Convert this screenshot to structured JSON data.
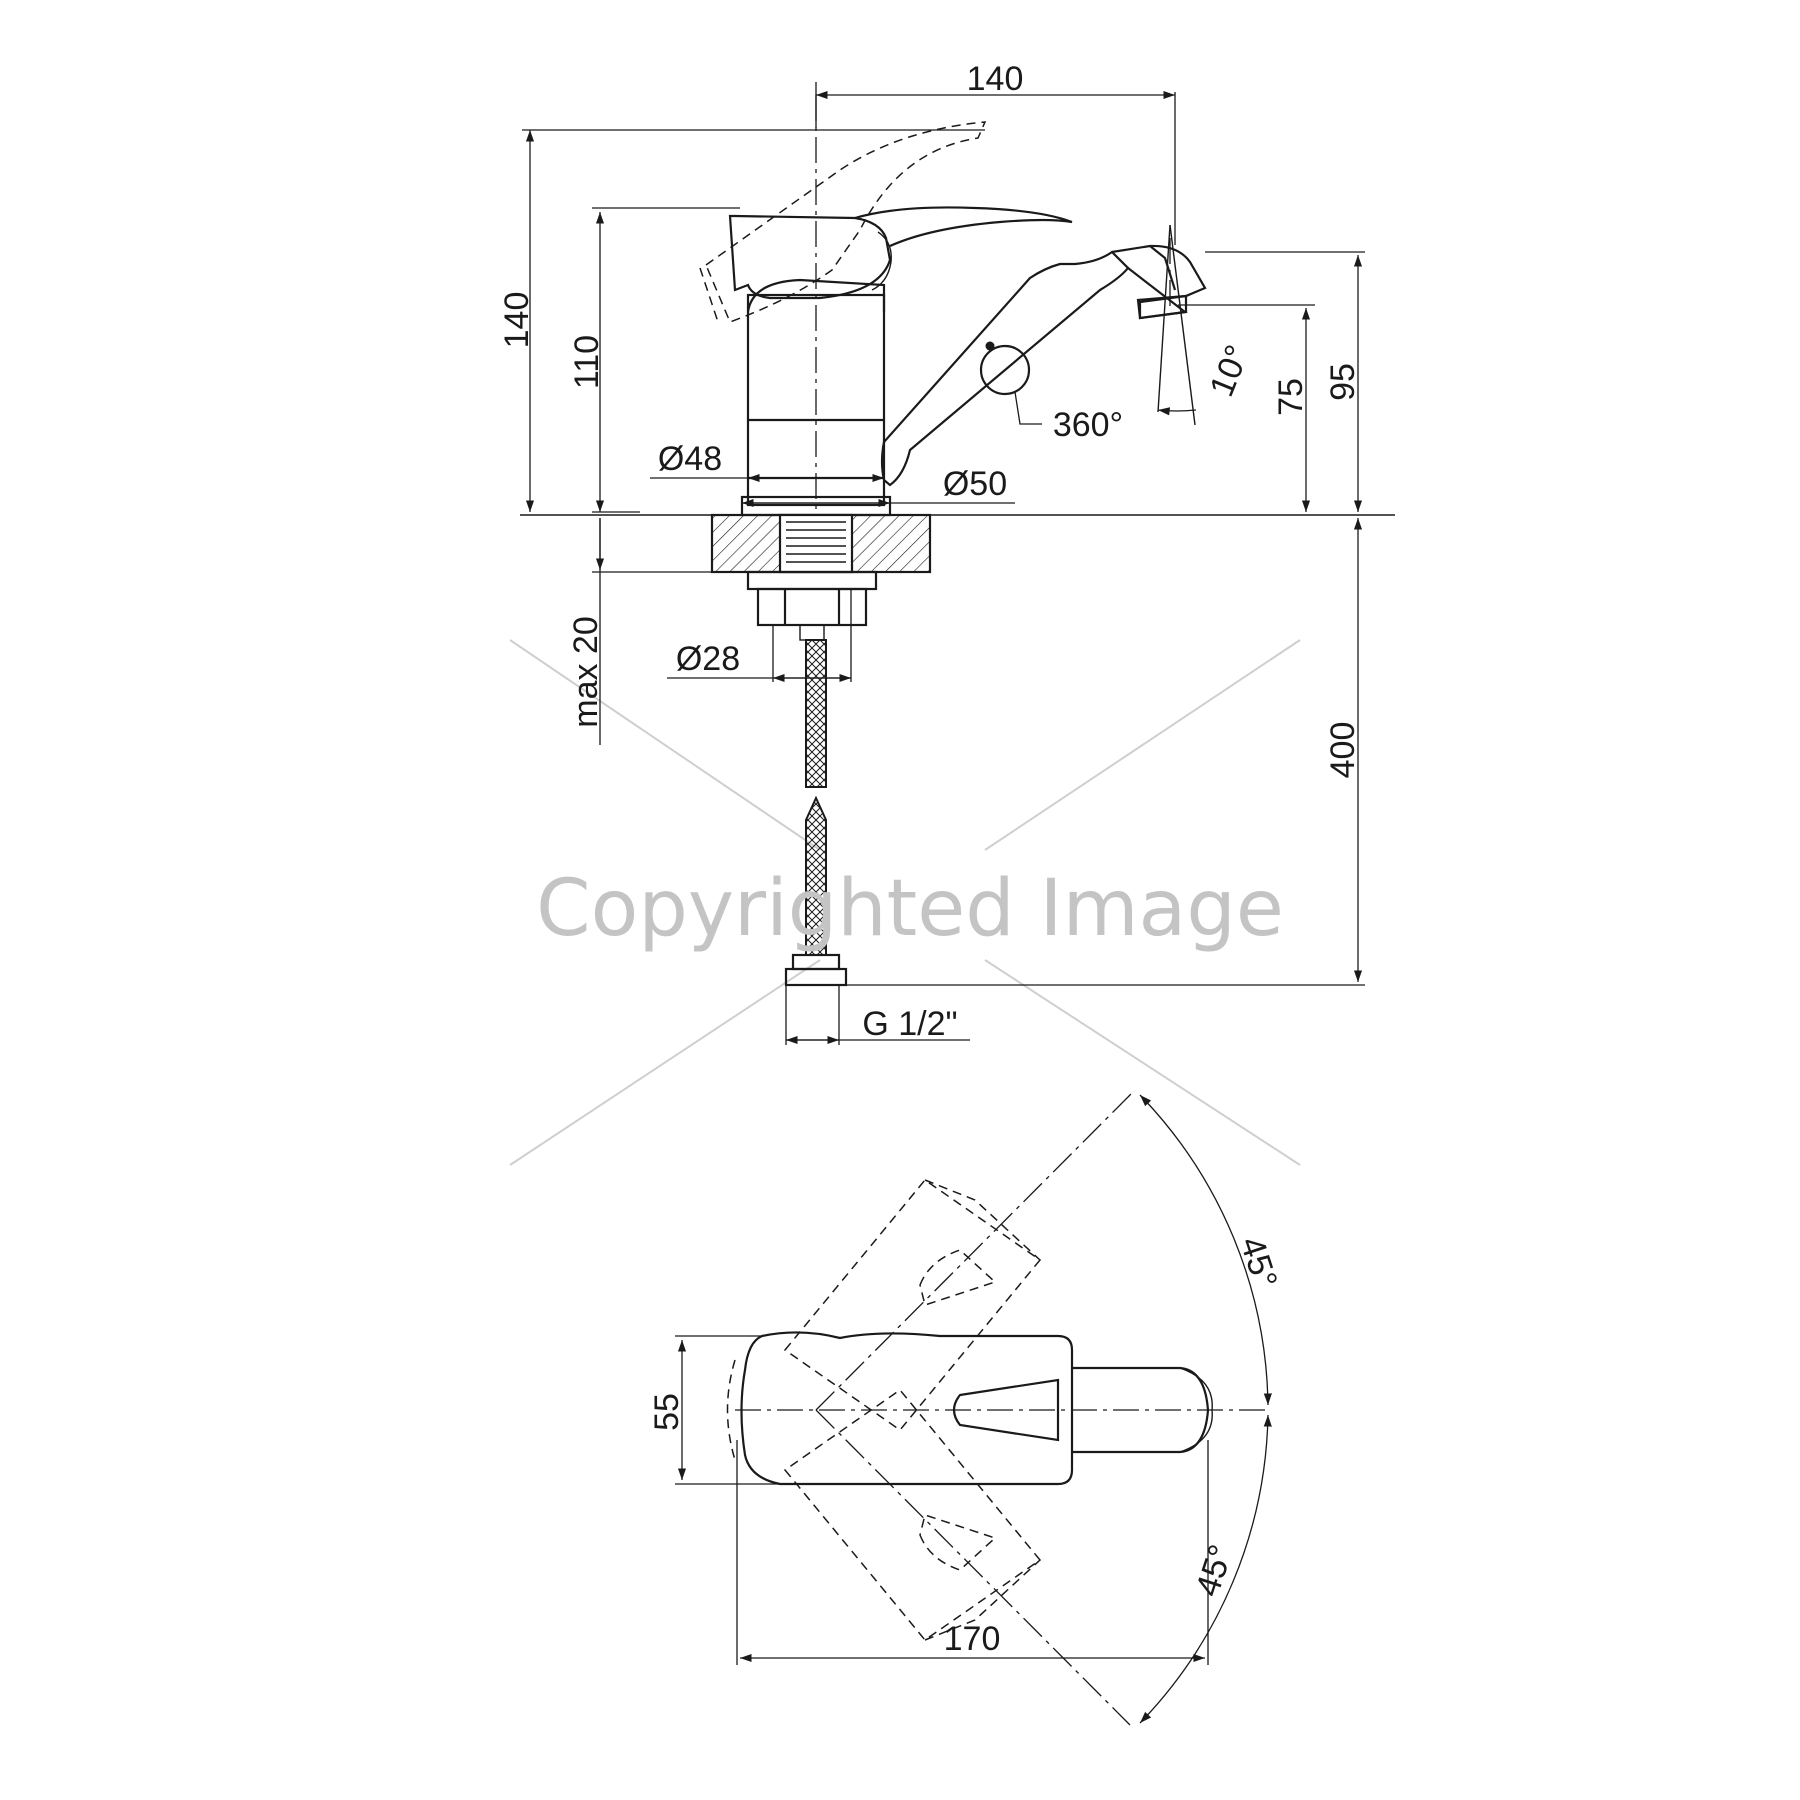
{
  "labels": {
    "width_top": "140",
    "height_total": "140",
    "height_body": "110",
    "dia_body": "Ø48",
    "dia_base": "Ø50",
    "rotation": "360°",
    "spout_tilt": "10°",
    "spout_height": "75",
    "outlet_height": "95",
    "max_deck": "max 20",
    "dia_shank": "Ø28",
    "hose_length": "400",
    "thread": "G 1/2\"",
    "plan_width": "55",
    "angle_upper": "45°",
    "angle_lower": "45°",
    "plan_length": "170"
  },
  "watermark": "Copyrighted Image"
}
